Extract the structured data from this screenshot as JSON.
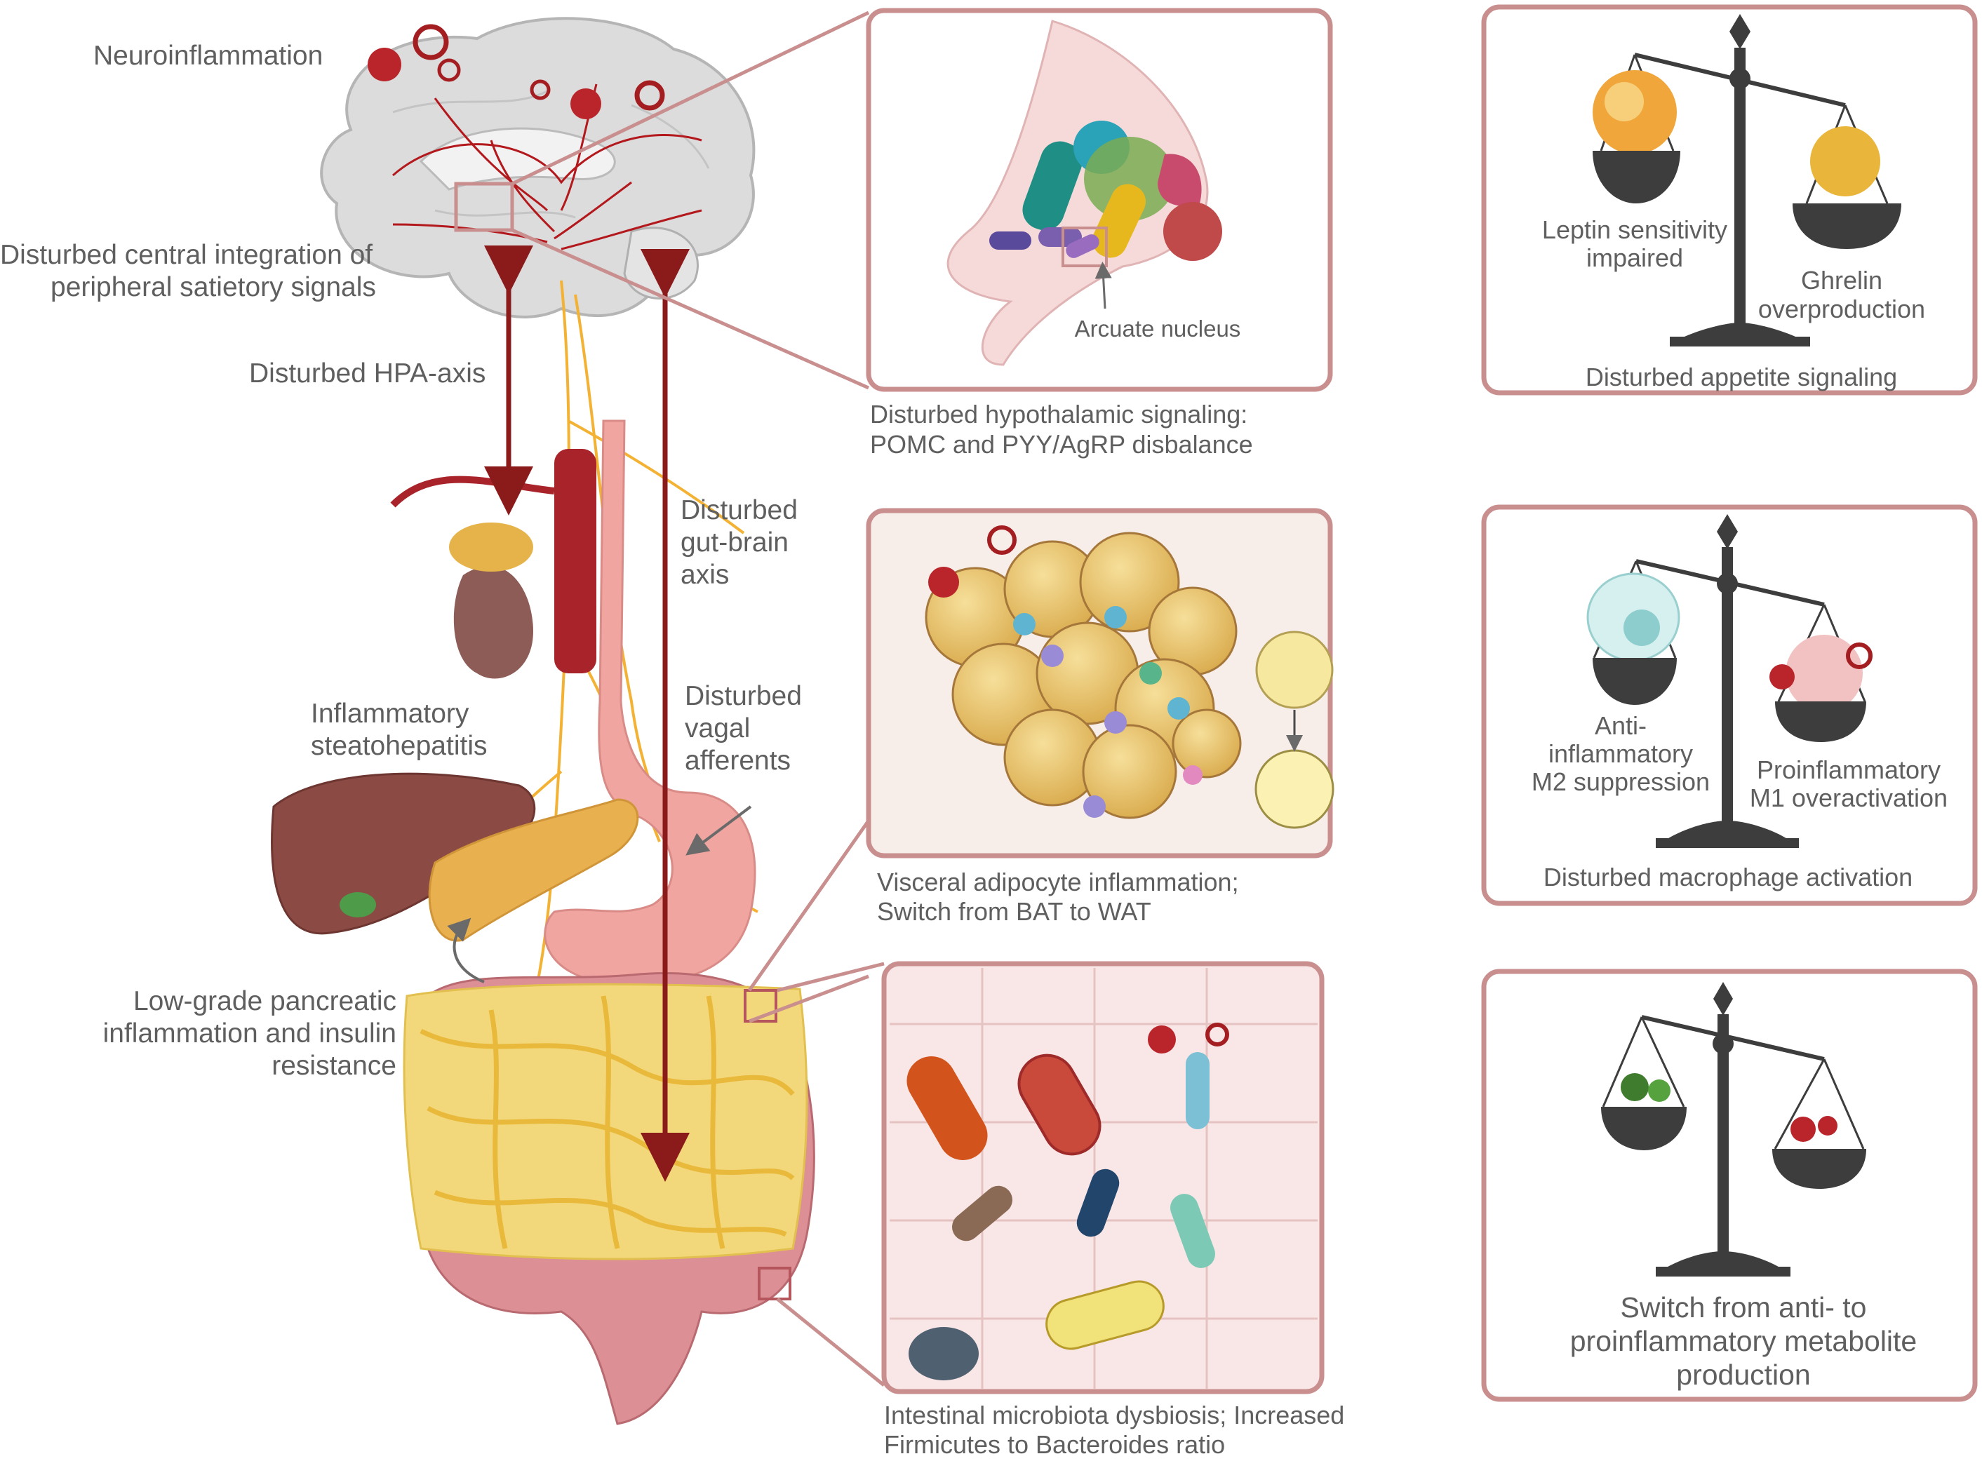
{
  "labels": {
    "neuroinflammation": "Neuroinflammation",
    "central_integration_1": "Disturbed central integration of",
    "central_integration_2": "peripheral satietory signals",
    "hpa_axis": "Disturbed HPA-axis",
    "gut_brain_1": "Disturbed",
    "gut_brain_2": "gut-brain",
    "gut_brain_3": "axis",
    "vagal_1": "Disturbed",
    "vagal_2": "vagal",
    "vagal_3": "afferents",
    "steato_1": "Inflammatory",
    "steato_2": "steatohepatitis",
    "pancreatic_1": "Low-grade pancreatic",
    "pancreatic_2": "inflammation and insulin",
    "pancreatic_3": "resistance"
  },
  "panels": {
    "hypothalamus": {
      "inner_label": "Arcuate nucleus",
      "caption_1": "Disturbed hypothalamic signaling:",
      "caption_2": "POMC and PYY/AgRP disbalance"
    },
    "adipose": {
      "caption_1": "Visceral adipocyte inflammation;",
      "caption_2": "Switch from BAT to WAT"
    },
    "microbiota": {
      "caption_1": "Intestinal microbiota dysbiosis; Increased",
      "caption_2": "Firmicutes to Bacteroides ratio"
    }
  },
  "scales": {
    "appetite": {
      "left_1": "Leptin sensitivity",
      "left_2": "impaired",
      "right_1": "Ghrelin",
      "right_2": "overproduction",
      "title": "Disturbed appetite signaling"
    },
    "macrophage": {
      "left_1": "Anti-",
      "left_2": "inflammatory",
      "left_3": "M2 suppression",
      "right_1": "Proinflammatory",
      "right_2": "M1 overactivation",
      "title": "Disturbed macrophage activation"
    },
    "metabolite": {
      "title_1": "Switch from anti- to",
      "title_2": "proinflammatory metabolite",
      "title_3": "production"
    }
  },
  "colors": {
    "panel_border": "#c98f8f",
    "arrow": "#8b1a1a",
    "text": "#5f5f5f",
    "nerve": "#f3b233",
    "scale": "#3d3d3d"
  }
}
